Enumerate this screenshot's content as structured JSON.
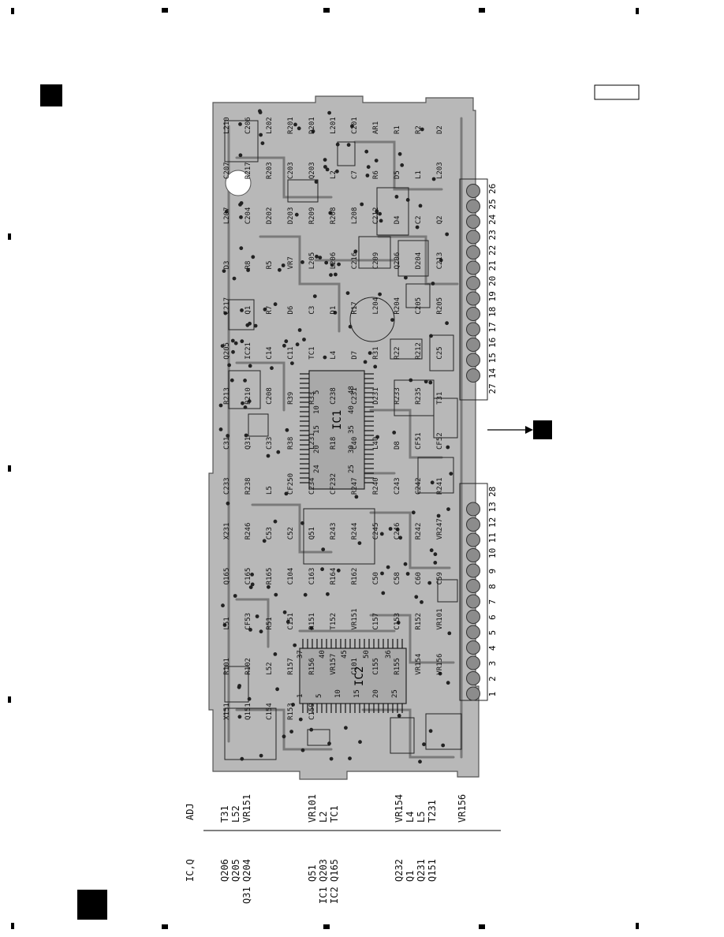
{
  "board": {
    "connector_top_pins": [
      "26",
      "25",
      "24",
      "23",
      "22",
      "21",
      "20",
      "19",
      "18",
      "17",
      "16",
      "15",
      "14",
      "27"
    ],
    "connector_bottom_pins": [
      "28",
      "13",
      "12",
      "11",
      "10",
      "9",
      "8",
      "7",
      "6",
      "5",
      "4",
      "3",
      "2",
      "1"
    ],
    "ic1_label": "IC1",
    "ic1_pins": [
      "24",
      "20",
      "15",
      "10",
      "5",
      "25",
      "30",
      "35",
      "40",
      "48"
    ],
    "ic2_label": "IC2",
    "ic2_pins": [
      "37",
      "40",
      "45",
      "50",
      "36",
      "1",
      "5",
      "10",
      "15",
      "20",
      "25"
    ],
    "components": [
      "L210",
      "C206",
      "L202",
      "R201",
      "D201",
      "L201",
      "C201",
      "AR1",
      "R1",
      "R2",
      "D2",
      "C207",
      "R217",
      "R203",
      "C203",
      "Q203",
      "L2",
      "C7",
      "R6",
      "D5",
      "L1",
      "L203",
      "L207",
      "C204",
      "D202",
      "D203",
      "R209",
      "R208",
      "L208",
      "C212",
      "D4",
      "C2",
      "Q2",
      "D3",
      "R8",
      "R5",
      "VR7",
      "L205",
      "L206",
      "C216",
      "C209",
      "Q206",
      "D204",
      "C213",
      "C217",
      "Q1",
      "R7",
      "D6",
      "C3",
      "D1",
      "R17",
      "L204",
      "R204",
      "C205",
      "R205",
      "Q205",
      "IC21",
      "C14",
      "C11",
      "TC1",
      "L4",
      "D7",
      "R31",
      "R22",
      "R212",
      "C25",
      "R213",
      "R210",
      "C208",
      "R39",
      "R33",
      "C238",
      "C231",
      "D231",
      "R233",
      "R235",
      "T31",
      "C31",
      "Q31",
      "C33",
      "R38",
      "L231",
      "R18",
      "C40",
      "L40",
      "D8",
      "CF51",
      "CF52",
      "C233",
      "R238",
      "L5",
      "CF250",
      "C234",
      "CF232",
      "R247",
      "R240",
      "C243",
      "C242",
      "R241",
      "X231",
      "R246",
      "C53",
      "C52",
      "Q51",
      "R243",
      "R244",
      "C245",
      "C246",
      "R242",
      "VR247",
      "Q165",
      "C165",
      "R165",
      "C104",
      "C163",
      "R164",
      "R162",
      "C50",
      "C58",
      "C60",
      "C59",
      "L51",
      "CF53",
      "R51",
      "C151",
      "R151",
      "T152",
      "VR151",
      "C157",
      "C153",
      "R152",
      "VR101",
      "R101",
      "R102",
      "L52",
      "R157",
      "R156",
      "VR157",
      "C101",
      "C155",
      "R155",
      "VR154",
      "VR156",
      "X151",
      "Q151",
      "C154",
      "R153",
      "C159"
    ]
  },
  "adj_table": {
    "header_left": "IC,Q",
    "header_right": "ADJ",
    "rows": [
      {
        "ic": "",
        "q": "Q206",
        "adj": "T31"
      },
      {
        "ic": "",
        "q": "Q205",
        "adj": "L52"
      },
      {
        "ic": "Q31",
        "q": "Q204",
        "adj": "VR151"
      },
      {
        "ic": "",
        "q": "Q51",
        "adj": "VR101"
      },
      {
        "ic": "IC1",
        "q": "Q203",
        "adj": "L2"
      },
      {
        "ic": "IC2",
        "q": "Q165",
        "adj": "TC1"
      },
      {
        "ic": "",
        "q": "Q232",
        "adj": "VR154"
      },
      {
        "ic": "",
        "q": "Q1",
        "adj": "L4"
      },
      {
        "ic": "",
        "q": "Q231",
        "adj": "L5"
      },
      {
        "ic": "",
        "q": "Q151",
        "adj": "T231"
      },
      {
        "ic": "",
        "q": "",
        "adj": "VR156"
      }
    ]
  }
}
